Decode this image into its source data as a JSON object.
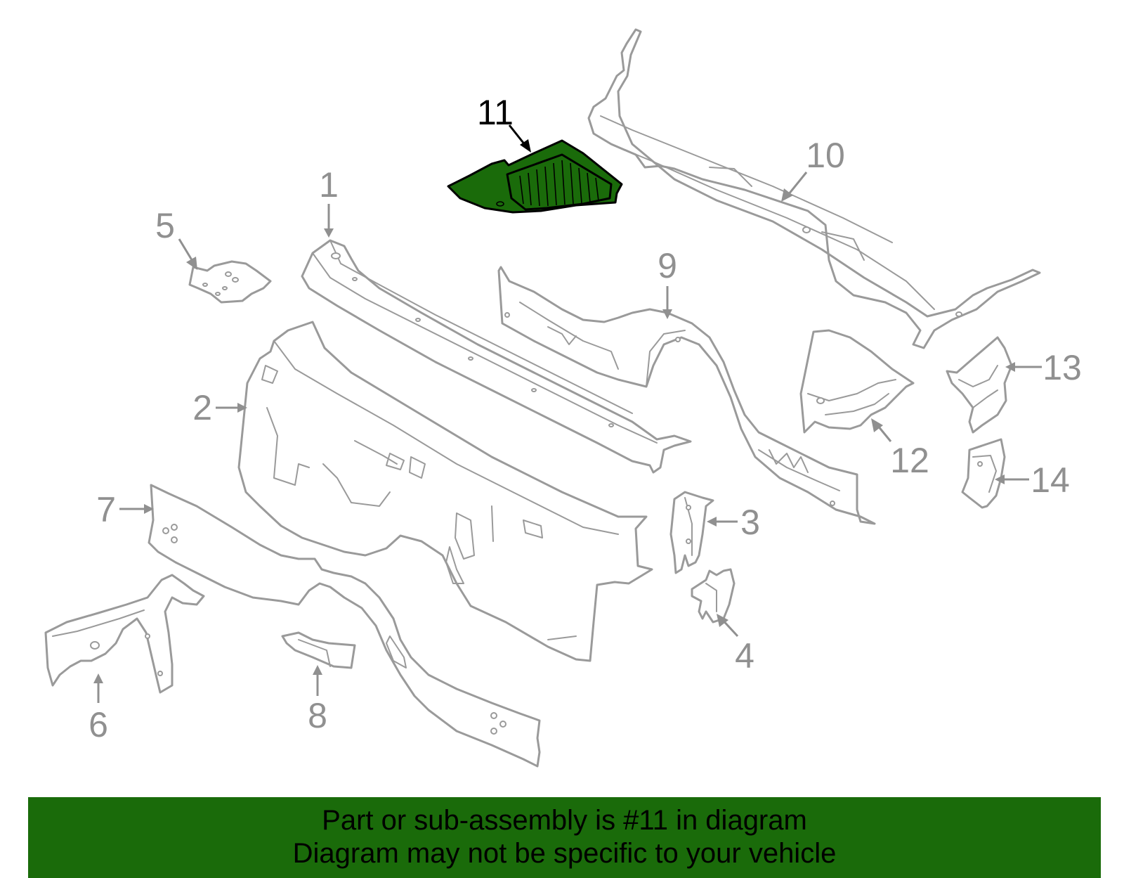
{
  "diagram": {
    "highlight_color": "#1a6b0a",
    "highlighted_part": "11",
    "callouts": [
      {
        "id": "1",
        "label": "1"
      },
      {
        "id": "2",
        "label": "2"
      },
      {
        "id": "3",
        "label": "3"
      },
      {
        "id": "4",
        "label": "4"
      },
      {
        "id": "5",
        "label": "5"
      },
      {
        "id": "6",
        "label": "6"
      },
      {
        "id": "7",
        "label": "7"
      },
      {
        "id": "8",
        "label": "8"
      },
      {
        "id": "9",
        "label": "9"
      },
      {
        "id": "10",
        "label": "10"
      },
      {
        "id": "11",
        "label": "11"
      },
      {
        "id": "12",
        "label": "12"
      },
      {
        "id": "13",
        "label": "13"
      },
      {
        "id": "14",
        "label": "14"
      }
    ]
  },
  "banner": {
    "line1": "Part or sub-assembly is #11 in diagram",
    "line2": "Diagram may not be specific to your vehicle",
    "background": "#1a6b0a"
  }
}
